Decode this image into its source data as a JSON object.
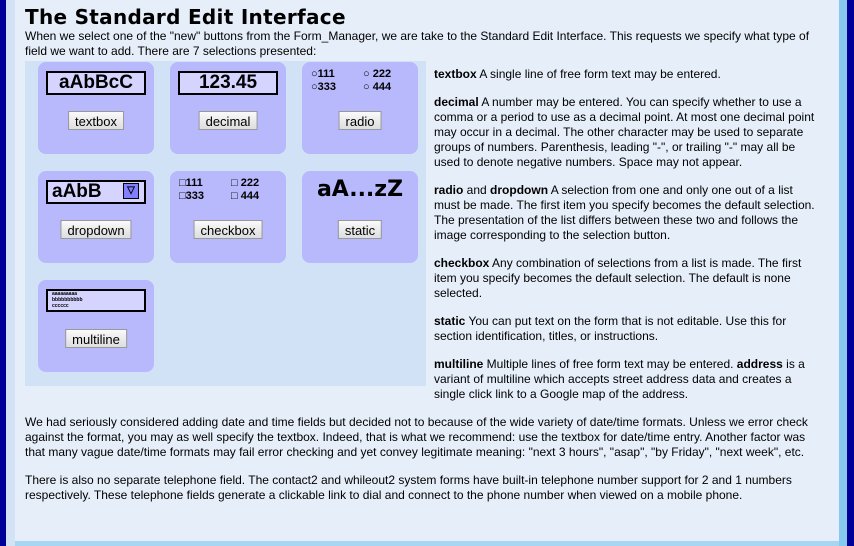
{
  "title": "The Standard Edit Interface",
  "intro": "When we select one of the \"new\" buttons from the Form_Manager, we are take to the Standard Edit Interface. This requests we specify what type of field we want to add. There are 7 selections presented:",
  "cards": {
    "textbox": {
      "sample": "aAbBcC",
      "button": "textbox"
    },
    "decimal": {
      "sample": "123.45",
      "button": "decimal"
    },
    "radio": {
      "options": [
        "111",
        "222",
        "333",
        "444"
      ],
      "button": "radio"
    },
    "dropdown": {
      "sample": "aAbB",
      "button": "dropdown"
    },
    "checkbox": {
      "options": [
        "111",
        "222",
        "333",
        "444"
      ],
      "button": "checkbox"
    },
    "static": {
      "sample": "aA...zZ",
      "button": "static"
    },
    "multiline": {
      "lines": [
        "aaaaaaaaa",
        "bbbbbbbbbb",
        "cccccc"
      ],
      "button": "multiline"
    }
  },
  "descriptions": [
    {
      "term": "textbox",
      "text": " A single line of free form text may be entered."
    },
    {
      "term": "decimal",
      "text": " A number may be entered. You can specify whether to use a comma or a period to use as a decimal point. At most one decimal point may occur in a decimal. The other character may be used to separate groups of numbers. Parenthesis, leading \"-\", or trailing \"-\" may all be used to denote negative numbers. Space may not appear."
    },
    {
      "term": "radio",
      "mid": " and ",
      "term2": "dropdown",
      "text": " A selection from one and only one out of a list must be made. The first item you specify becomes the default selection. The presentation of the list differs between these two and follows the image corresponding to the selection button."
    },
    {
      "term": "checkbox",
      "text": " Any combination of selections from a list is made. The first item you specify becomes the default selection. The default is none selected."
    },
    {
      "term": "static",
      "text": " You can put text on the form that is not editable. Use this for section identification, titles, or instructions."
    },
    {
      "term": "multiline",
      "text": " Multiple lines of free form text may be entered. ",
      "term2": "address",
      "text2": " is a variant of multiline which accepts street address data and creates a single click link to a Google map of the address."
    }
  ],
  "para_date": "We had seriously considered adding date and time fields but decided not to because of the wide variety of date/time formats. Unless we error check against the format, you may as well specify the textbox. Indeed, that is what we recommend: use the textbox for date/time entry. Another factor was that many vague date/time formats may fail error checking and yet convey legitimate meaning: \"next 3 hours\", \"asap\", \"by Friday\", \"next week\", etc.",
  "para_phone": "There is also no separate telephone field. The contact2 and whileout2 system forms have built-in telephone number support for 2 and 1 numbers respectively. These telephone fields generate a clickable link to dial and connect to the phone number when viewed on a mobile phone."
}
